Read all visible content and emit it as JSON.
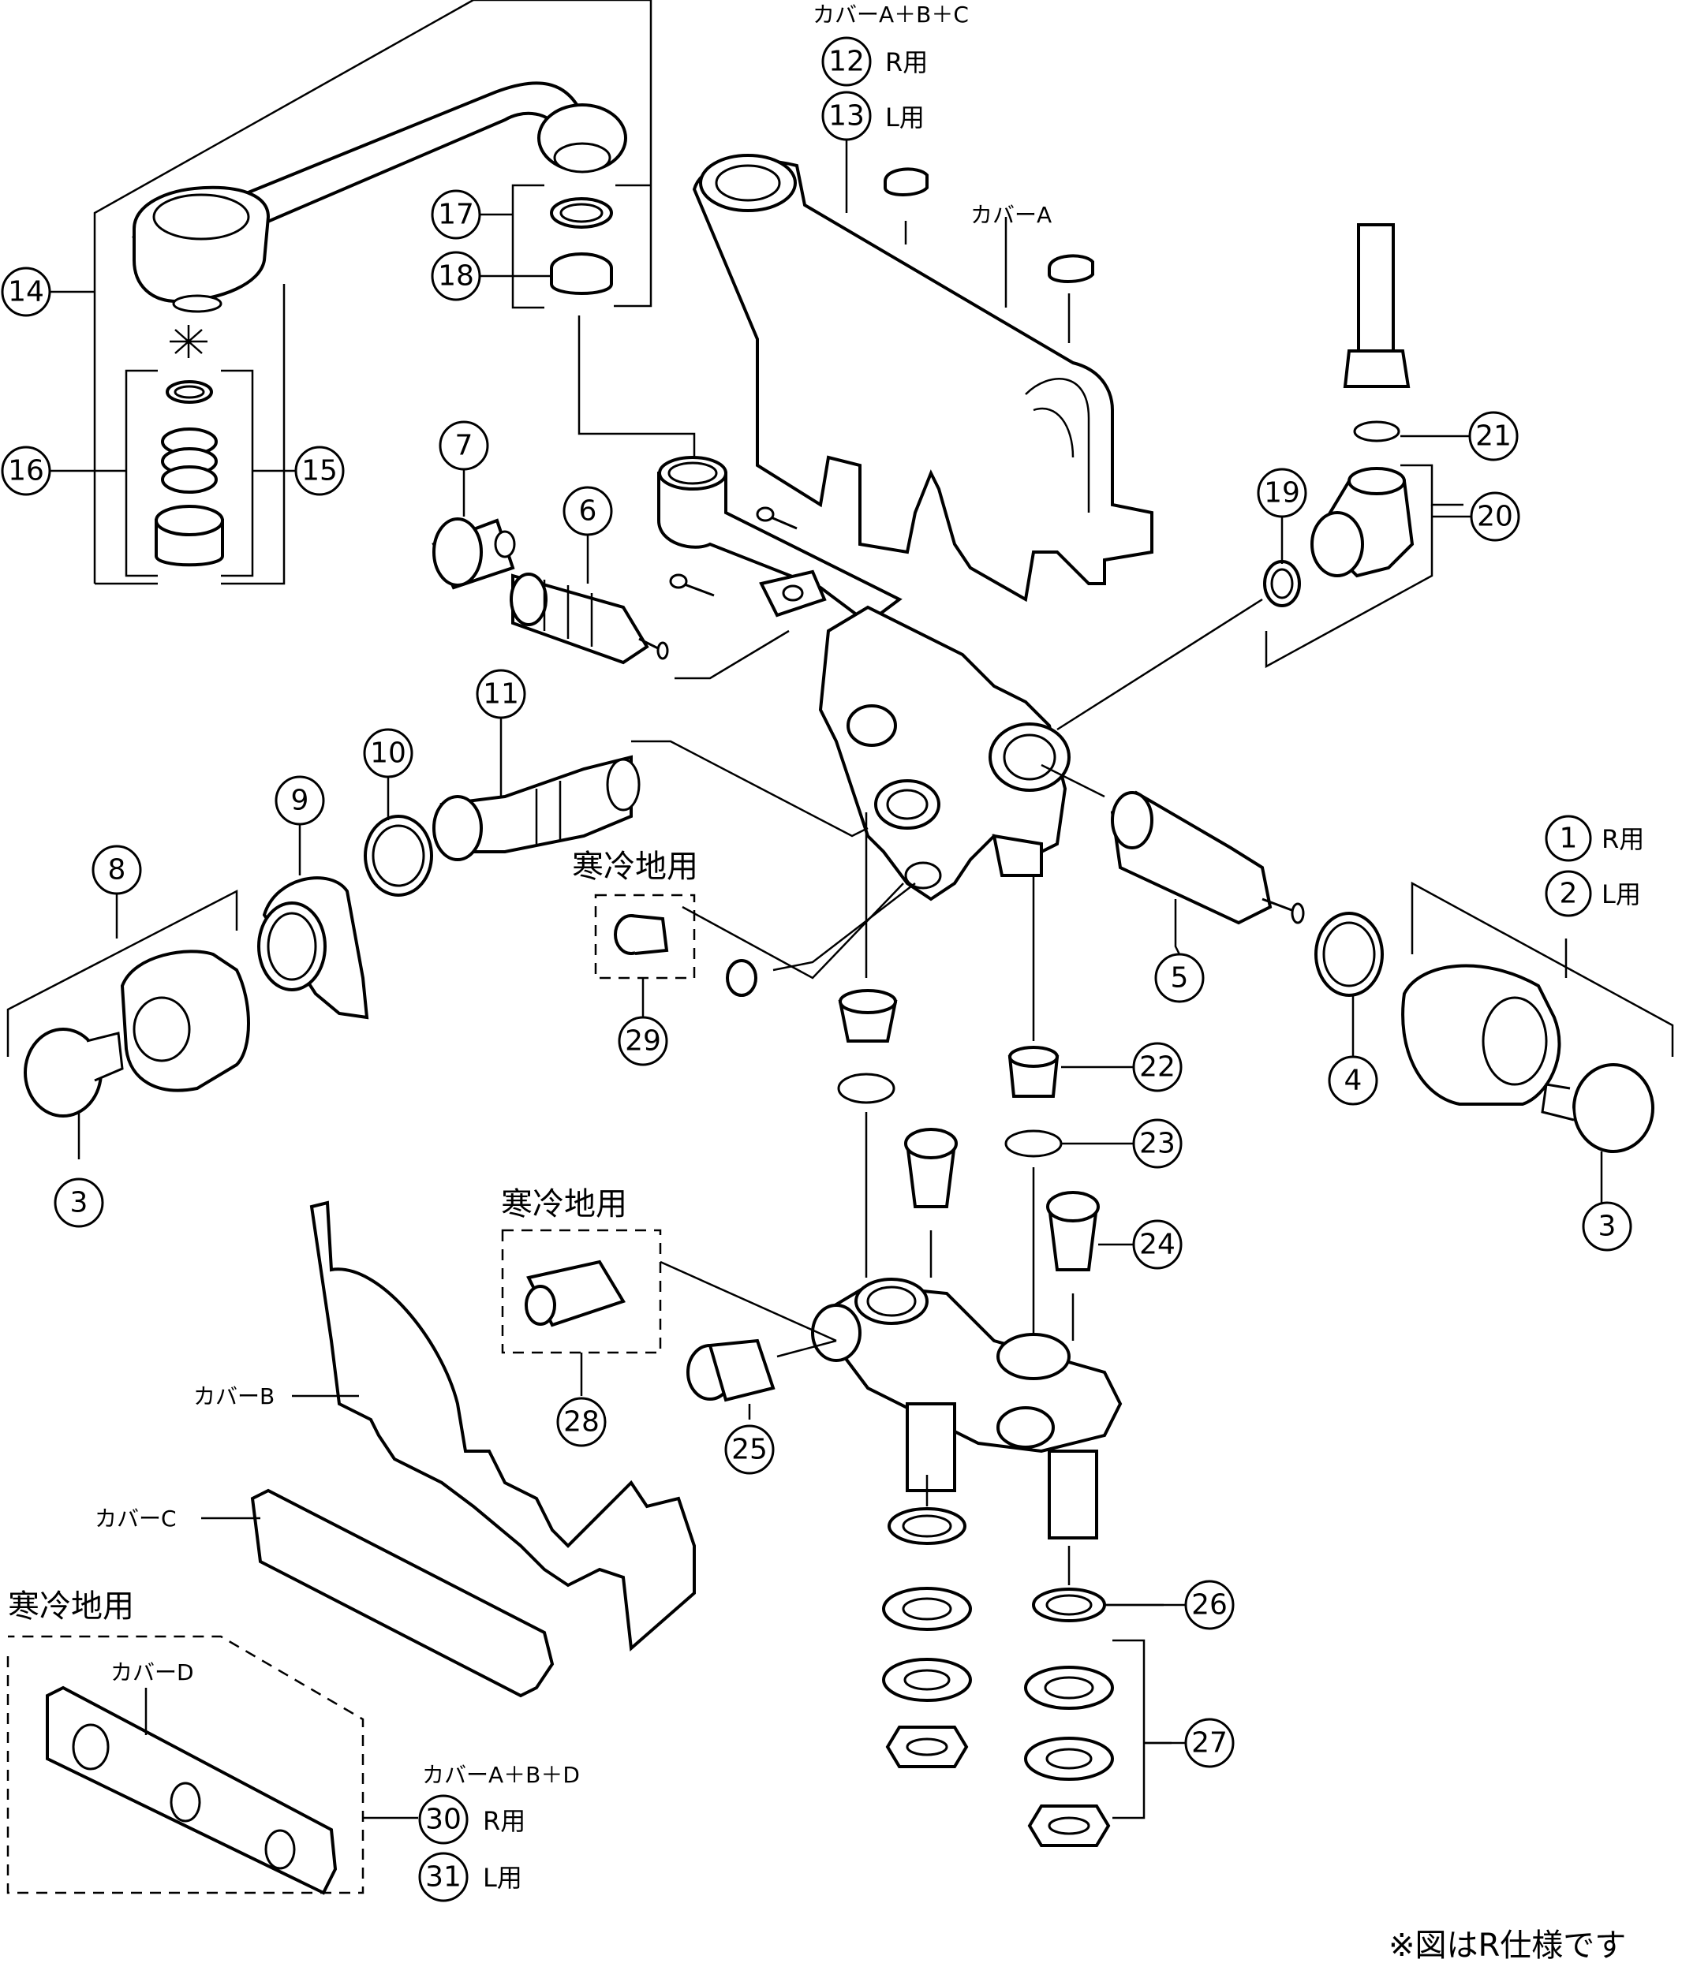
{
  "labels": {
    "cover_abc": "カバーA＋B＋C",
    "r_use_12": "R用",
    "l_use_13": "L用",
    "cover_a": "カバーA",
    "r_use_1": "R用",
    "l_use_2": "L用",
    "cold_29": "寒冷地用",
    "cold_28": "寒冷地用",
    "cold_cover_d": "寒冷地用",
    "cover_b": "カバーB",
    "cover_c": "カバーC",
    "cover_d": "カバーD",
    "cover_abd": "カバーA＋B＋D",
    "r_use_30": "R用",
    "l_use_31": "L用",
    "note": "※図はR仕様です"
  },
  "callouts": [
    "1",
    "2",
    "3",
    "3",
    "4",
    "5",
    "6",
    "7",
    "8",
    "9",
    "10",
    "11",
    "12",
    "13",
    "14",
    "15",
    "16",
    "17",
    "18",
    "19",
    "20",
    "21",
    "22",
    "23",
    "24",
    "25",
    "26",
    "27",
    "28",
    "29",
    "30",
    "31"
  ]
}
